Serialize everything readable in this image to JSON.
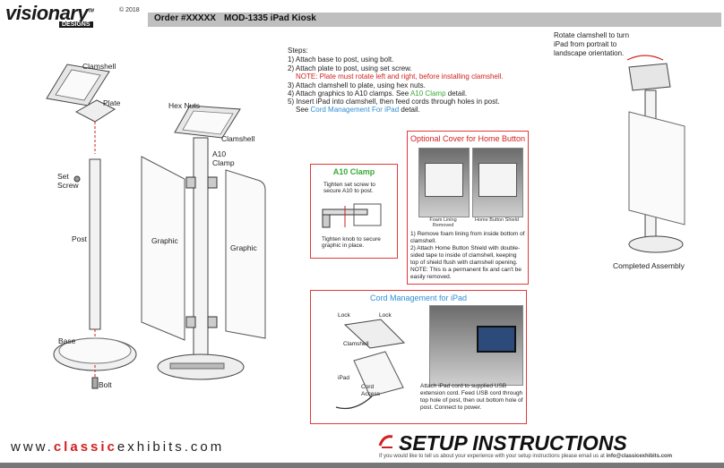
{
  "header": {
    "logo_main": "visionary",
    "logo_sub": "DESIGNS",
    "trademark": "TM",
    "copyright": "© 2018",
    "order": "Order #XXXXX",
    "model": "MOD-1335 iPad Kiosk"
  },
  "left_diagram": {
    "clamshell": "Clamshell",
    "plate": "Plate",
    "set_screw": "Set Screw",
    "post": "Post",
    "base": "Base",
    "bolt": "Bolt"
  },
  "middle_diagram": {
    "hex_nuts": "Hex Nuts",
    "clamshell": "Clamshell",
    "a10_clamp": "A10 Clamp",
    "graphic_left": "Graphic",
    "graphic_right": "Graphic"
  },
  "steps": {
    "heading": "Steps:",
    "s1": "1) Attach base to post, using bolt.",
    "s2": "2) Attach plate to post, using set screw.",
    "note": "NOTE: Plate must rotate left and right, before installing clamshell.",
    "s3": "3) Attach clamshell to plate, using hex nuts.",
    "s4_pre": "4) Attach graphics to A10 clamps. See",
    "s4_link": "A10 Clamp",
    "s4_post": "detail.",
    "s5": "5) Insert iPad into clamshell, then feed cords through holes in post.",
    "s5b_pre": "See",
    "s5b_link": "Cord Management For iPad",
    "s5b_post": "detail."
  },
  "a10_box": {
    "title": "A10 Clamp",
    "text1": "Tighten set screw to secure A10 to post.",
    "text2": "Tighten knob to secure graphic in place."
  },
  "cover_box": {
    "title": "Optional Cover for Home Button",
    "photo1_caption": "Foam Lining Removed",
    "photo2_caption": "Home Button Shield",
    "i1": "1) Remove foam lining from inside bottom of clamshell.",
    "i2": "2) Attach Home Button Shield with double-sided tape to inside of clamshell, keeping top of shield flush with clamshell opening.",
    "note": "NOTE: This is a permanent fix and can't be easily removed."
  },
  "right_diagram": {
    "rotate_note": "Rotate clamshell to turn iPad from portrait to landscape orientation.",
    "completed": "Completed Assembly"
  },
  "cord_box": {
    "title": "Cord Management for iPad",
    "lock1": "Lock",
    "lock2": "Lock",
    "clamshell": "Clamshell",
    "ipad": "iPad",
    "cord_access": "Cord Access",
    "text": "Attach iPad cord to supplied USB extension cord. Feed USB cord through top hole of post, then out bottom hole of post. Connect to power."
  },
  "footer": {
    "url_pre": "www.",
    "url_bold": "classic",
    "url_post": "exhibits.com",
    "title": "SETUP INSTRUCTIONS",
    "feedback_pre": "If you would like to tell us about your experience with your setup instructions please email us at",
    "feedback_email": "info@classicexhibits.com"
  },
  "colors": {
    "accent_red": "#d21f1f",
    "link_green": "#3aa935",
    "link_blue": "#2f8fd6",
    "header_gray": "#bfbfbf"
  }
}
